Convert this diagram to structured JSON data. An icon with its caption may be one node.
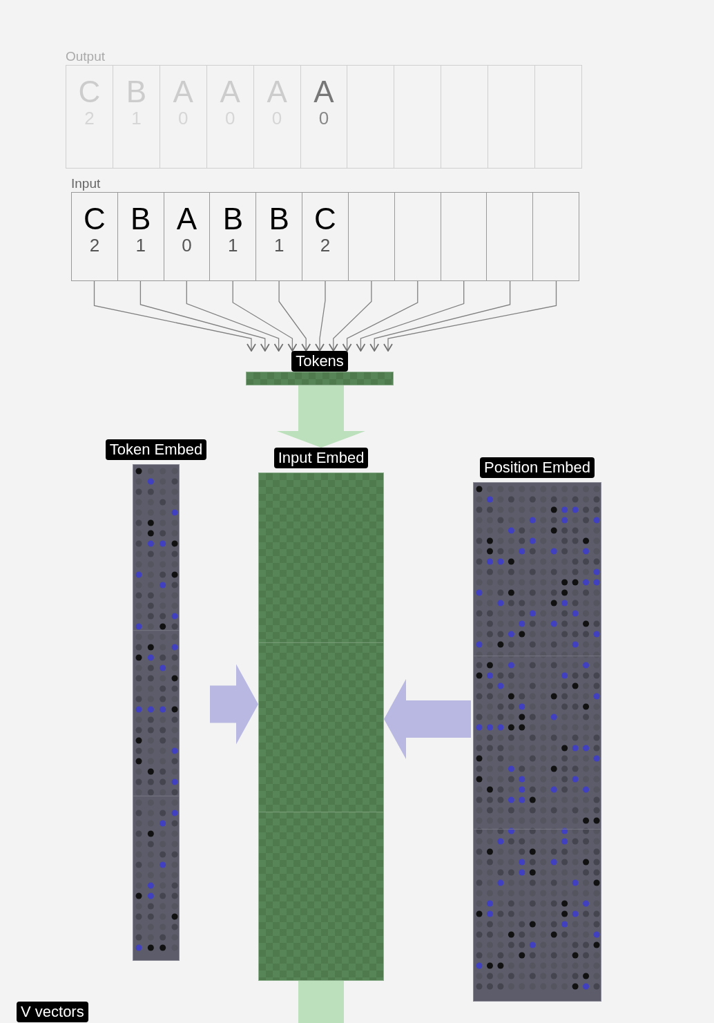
{
  "diagram": {
    "nodes": [
      {
        "text": [
          "Output"
        ]
      },
      {
        "text": [
          "C",
          "2"
        ],
        "in": 0
      },
      {
        "text": [
          "B",
          "1"
        ],
        "in": 0
      },
      {
        "text": [
          "A",
          "0"
        ],
        "in": 0
      },
      {
        "text": [
          "A",
          "0"
        ],
        "in": 0
      },
      {
        "text": [
          "A",
          "0"
        ],
        "in": 0
      },
      {
        "text": [
          "A",
          "0"
        ],
        "in": 0
      },
      {
        "text": [],
        "shape": "box",
        "in": 0
      },
      {
        "text": [],
        "shape": "box",
        "in": 0
      },
      {
        "text": [],
        "shape": "box",
        "in": 0
      },
      {
        "text": [],
        "shape": "box",
        "in": 0
      },
      {
        "text": [],
        "shape": "box",
        "in": 0
      },
      {
        "text": [
          "Input"
        ]
      },
      {
        "text": [
          "C",
          "2"
        ],
        "in": 12
      },
      {
        "text": [
          "B",
          "1"
        ],
        "in": 12
      },
      {
        "text": [
          "A",
          "0"
        ],
        "in": 12
      },
      {
        "text": [
          "B",
          "1"
        ],
        "in": 12
      },
      {
        "text": [
          "B",
          "1"
        ],
        "in": 12
      },
      {
        "text": [
          "C",
          "2"
        ],
        "in": 12
      },
      {
        "text": [],
        "shape": "box",
        "in": 12
      },
      {
        "text": [],
        "shape": "box",
        "in": 12
      },
      {
        "text": [],
        "shape": "box",
        "in": 12
      },
      {
        "text": [],
        "shape": "box",
        "in": 12
      },
      {
        "text": [],
        "shape": "box",
        "in": 12
      },
      {
        "text": [
          "Tokens"
        ]
      },
      {
        "text": [
          "Token Embed"
        ]
      },
      {
        "text": [
          "Input Embed"
        ]
      },
      {
        "text": [
          "Position Embed"
        ]
      },
      {
        "text": [
          "V vectors"
        ]
      }
    ],
    "edges": [
      {
        "from": 13,
        "to": 24,
        "arrow": "to"
      },
      {
        "from": 14,
        "to": 24,
        "arrow": "to"
      },
      {
        "from": 15,
        "to": 24,
        "arrow": "to"
      },
      {
        "from": 16,
        "to": 24,
        "arrow": "to"
      },
      {
        "from": 17,
        "to": 24,
        "arrow": "to"
      },
      {
        "from": 18,
        "to": 24,
        "arrow": "to"
      },
      {
        "from": 19,
        "to": 24,
        "arrow": "to"
      },
      {
        "from": 20,
        "to": 24,
        "arrow": "to"
      },
      {
        "from": 21,
        "to": 24,
        "arrow": "to"
      },
      {
        "from": 22,
        "to": 24,
        "arrow": "to"
      },
      {
        "from": 23,
        "to": 24,
        "arrow": "to"
      },
      {
        "from": 24,
        "to": 26,
        "arrow": "to",
        "style": "thick",
        "color": "#bbe0bb"
      },
      {
        "from": 25,
        "to": 26,
        "arrow": "to",
        "style": "thick",
        "color": "#b8b8e2"
      },
      {
        "from": 27,
        "to": 26,
        "arrow": "to",
        "style": "thick",
        "color": "#b8b8e2"
      },
      {
        "from": 26,
        "to": null,
        "arrow": "none",
        "style": "thick",
        "color": "#bbe0bb"
      }
    ]
  }
}
